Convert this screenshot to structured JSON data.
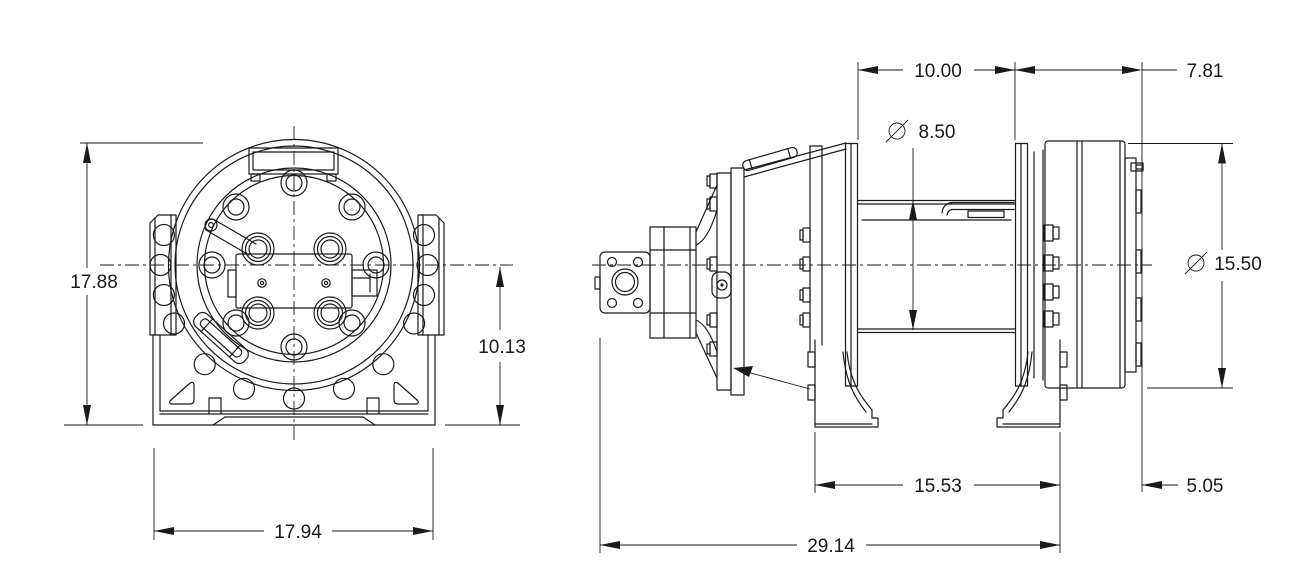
{
  "drawing": {
    "type": "technical-drawing",
    "subject": "hydraulic winch two-view dimensioned drawing",
    "background_color": "#ffffff",
    "line_color": "#1a1a1a",
    "text_color": "#1a1a1a",
    "diameter_symbol": "⌀",
    "front_view": {
      "name": "front-view",
      "dims": {
        "overall_height": "17.88",
        "center_to_base": "10.13",
        "base_width": "17.94"
      }
    },
    "side_view": {
      "name": "side-view",
      "dims": {
        "drum_length": "10.00",
        "right_section": "7.81",
        "drum_barrel_diameter": "8.50",
        "drum_flange_diameter": "15.50",
        "foot_span": "15.53",
        "right_overhang": "5.05",
        "overall_length": "29.14"
      }
    }
  }
}
